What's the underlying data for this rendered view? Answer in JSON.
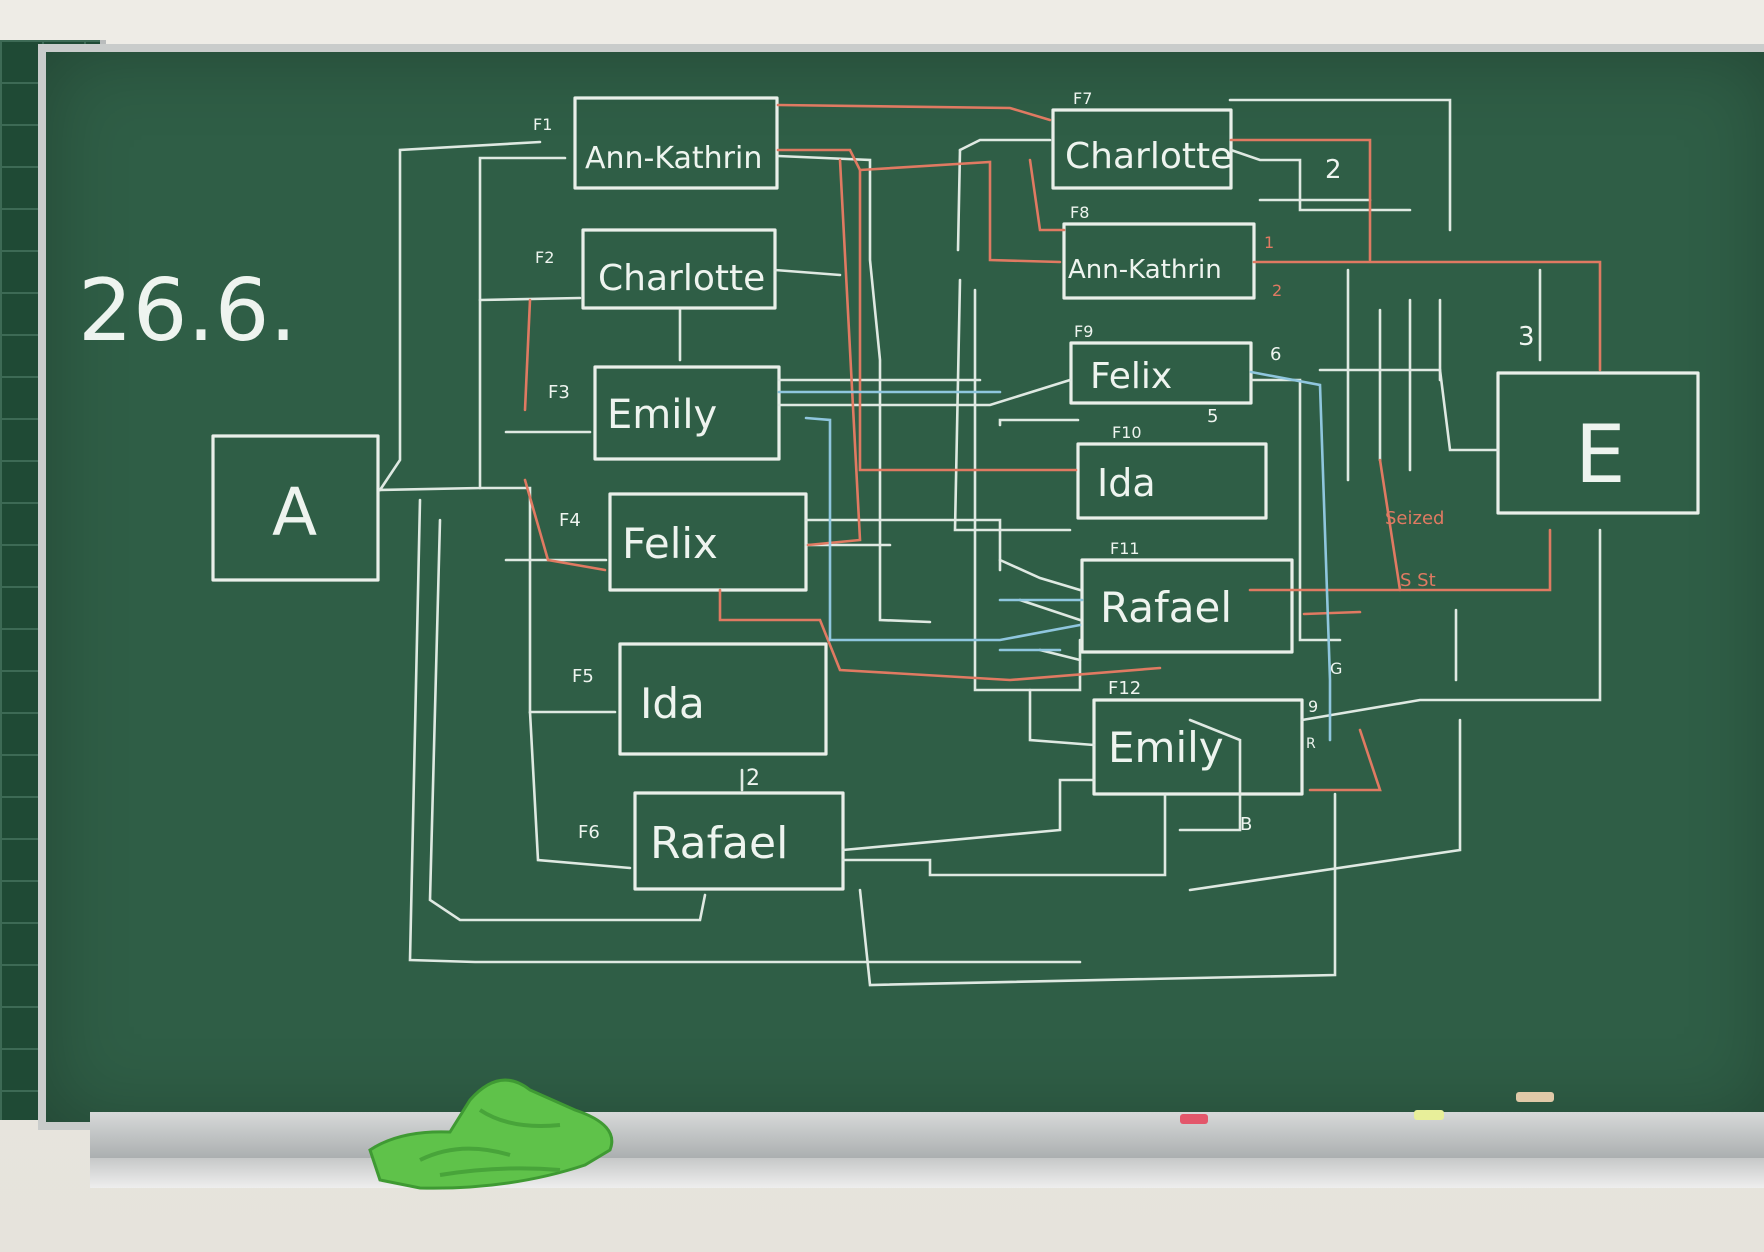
{
  "board": {
    "date": "26.6.",
    "start": "A",
    "end": "E"
  },
  "boxes": [
    {
      "id": "F1",
      "label": "Ann-Kathrin"
    },
    {
      "id": "F2",
      "label": "Charlotte"
    },
    {
      "id": "F3",
      "label": "Emily"
    },
    {
      "id": "F4",
      "label": "Felix"
    },
    {
      "id": "F5",
      "label": "Ida"
    },
    {
      "id": "F6",
      "label": "Rafael"
    },
    {
      "id": "F7",
      "label": "Charlotte"
    },
    {
      "id": "F8",
      "label": "Ann-Kathrin"
    },
    {
      "id": "F9",
      "label": "Felix"
    },
    {
      "id": "F10",
      "label": "Ida"
    },
    {
      "id": "F11",
      "label": "Rafael"
    },
    {
      "id": "F12",
      "label": "Emily"
    }
  ],
  "annotations": {
    "n2_ida": "2",
    "n2_top": "2",
    "n3_e": "3",
    "n5_felix": "5",
    "n6_felix": "6",
    "n1_ann": "1",
    "n2_ann": "2",
    "n9_emily": "9",
    "b_emily": "B",
    "r_emily": "R",
    "g_right": "G",
    "seized": "Seized",
    "sst": "S St"
  },
  "colors": {
    "board": "#2f5e46",
    "chalk_white": "#e9efe9",
    "chalk_red": "#e07a62",
    "chalk_blue": "#8fc6de",
    "sponge": "#5fc24a"
  }
}
